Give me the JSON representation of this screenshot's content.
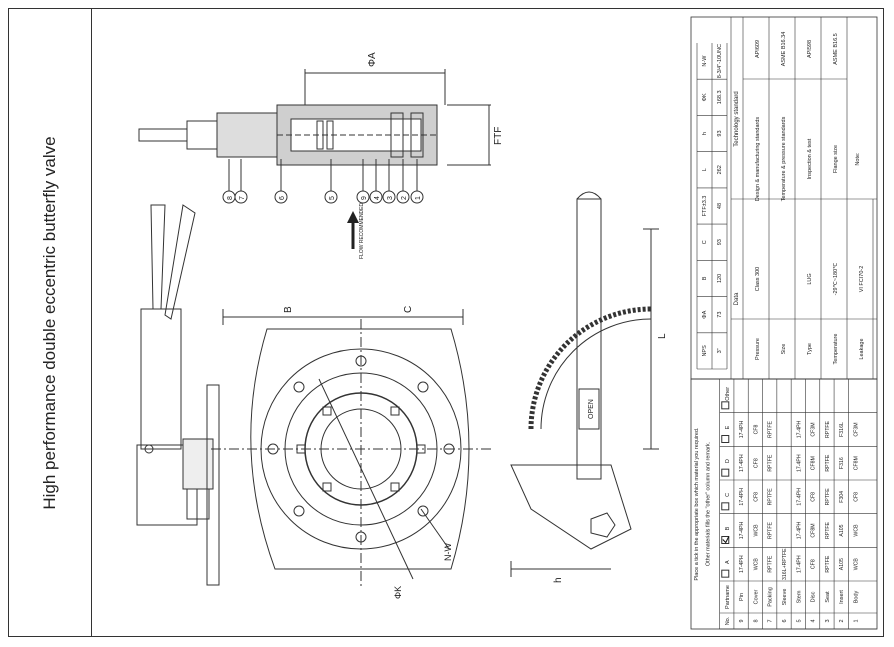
{
  "title": "High performance double eccentric butterfly valve",
  "drawing": {
    "flow_label": "FLOW RECOMMENDED",
    "handle_label": "OPEN",
    "dimension_labels": {
      "phiA": "ΦA",
      "ftf": "FTF",
      "b": "B",
      "c": "C",
      "l": "L",
      "h": "h",
      "phiK": "ΦK",
      "nw": "N-W"
    },
    "balloons": [
      "8",
      "7",
      "6",
      "5",
      "9",
      "4",
      "3",
      "2",
      "1"
    ]
  },
  "materials": {
    "note1": "Place a tick in the appropriate box which material you required.",
    "note2": "Other materials fills the \"other\" column and remark.",
    "headers": [
      "No.",
      "Partname",
      "A",
      "B",
      "C",
      "D",
      "E",
      "Other"
    ],
    "checked_column": "B",
    "rows": [
      {
        "no": "9",
        "part": "Pin",
        "cells": [
          "17-4PH",
          "17-4PH",
          "17-4PH",
          "17-4PH",
          "17-4PH",
          ""
        ]
      },
      {
        "no": "8",
        "part": "Cover",
        "cells": [
          "WCB",
          "WCB",
          "CF8",
          "CF8",
          "CF8",
          ""
        ]
      },
      {
        "no": "7",
        "part": "Packing",
        "cells": [
          "RPTFE",
          "RPTFE",
          "RPTFE",
          "RPTFE",
          "RPTFE",
          ""
        ]
      },
      {
        "no": "6",
        "part": "Sleeve",
        "cells": [
          "316L+RPTFE",
          "",
          "",
          "",
          "",
          ""
        ]
      },
      {
        "no": "5",
        "part": "Stem",
        "cells": [
          "17-4PH",
          "17-4PH",
          "17-4PH",
          "17-4PH",
          "17-4PH",
          ""
        ]
      },
      {
        "no": "4",
        "part": "Disc",
        "cells": [
          "CF8",
          "CF8M",
          "CF8",
          "CF8M",
          "CF3M",
          ""
        ]
      },
      {
        "no": "3",
        "part": "Seat",
        "cells": [
          "RPTFE",
          "RPTFE",
          "RPTFE",
          "RPTFE",
          "RPTFE",
          ""
        ]
      },
      {
        "no": "2",
        "part": "Insert",
        "cells": [
          "A105",
          "A105",
          "F304",
          "F316",
          "F316L",
          ""
        ]
      },
      {
        "no": "1",
        "part": "Body",
        "cells": [
          "WCB",
          "WCB",
          "CF8",
          "CF8M",
          "CF3M",
          ""
        ]
      }
    ]
  },
  "data_table": {
    "heading": "Data",
    "rows": [
      {
        "label": "Pressure",
        "value": "Class 300"
      },
      {
        "label": "Size",
        "value": ""
      },
      {
        "label": "Type",
        "value": "LUG"
      },
      {
        "label": "Temperature",
        "value": "-29℃~180℃"
      },
      {
        "label": "Leakage",
        "value": "VI FCI70-2"
      }
    ]
  },
  "standards": {
    "heading": "Technology standard",
    "rows": [
      {
        "label": "Design & manufacturing standards",
        "value": "API609"
      },
      {
        "label": "Temperature & pressure standards",
        "value": "ASME B16.34"
      },
      {
        "label": "Inspection & test",
        "value": "API598"
      },
      {
        "label": "Flange size",
        "value": "ASME B16.5"
      }
    ],
    "notes_label": "Note:"
  },
  "dimensions": {
    "headers": [
      "NPS",
      "ΦA",
      "B",
      "C",
      "FTF±3.3",
      "L",
      "h",
      "ΦK",
      "N-W"
    ],
    "values": [
      "3\"",
      "73",
      "120",
      "93",
      "48",
      "262",
      "93",
      "168.3",
      "8-3/4\"-10UNC"
    ]
  }
}
